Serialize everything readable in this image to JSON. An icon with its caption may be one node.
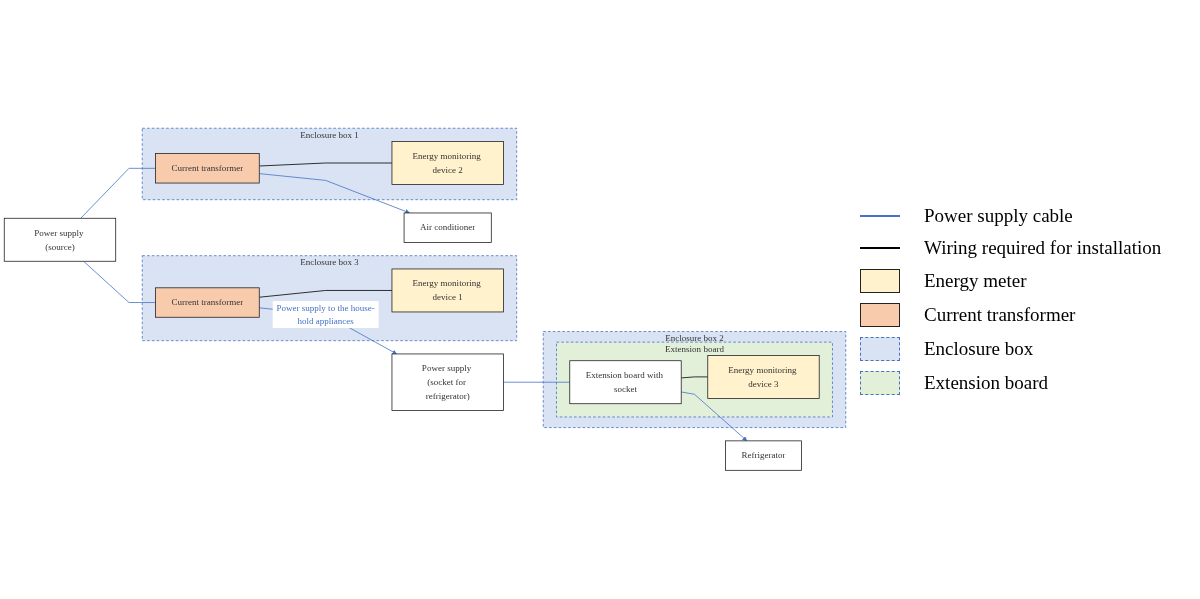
{
  "diagram": {
    "nodes": [
      {
        "text": [
          "Power supply (source)"
        ]
      },
      {
        "text": [
          "Enclosure box 3"
        ]
      },
      {
        "text": [
          "Current transformer"
        ],
        "in": 1
      },
      {
        "text": [
          "Energy monitoring device 1"
        ],
        "in": 1
      },
      {
        "text": [
          "Power supply (socket for refrigerator)"
        ]
      },
      {
        "text": [
          "Enclosure box 2"
        ]
      },
      {
        "text": [
          "Extension board"
        ],
        "in": 5
      },
      {
        "text": [
          "Extension board with socket"
        ],
        "in": 6
      },
      {
        "text": [
          "Energy monitoring device 3"
        ],
        "in": 6
      },
      {
        "text": [
          "Refrigerator"
        ]
      },
      {
        "text": [
          "Enclosure box  1"
        ]
      },
      {
        "text": [
          "Current transformer"
        ],
        "in": 10
      },
      {
        "text": [
          "Energy monitoring device 2"
        ],
        "in": 10
      },
      {
        "text": [
          "Air conditioner"
        ]
      }
    ],
    "edges": [
      {
        "from": 0,
        "to": 2,
        "arrow": "none"
      },
      {
        "from": 0,
        "to": 11,
        "arrow": "none"
      },
      {
        "from": 2,
        "to": 4,
        "arrow": "to",
        "label": "Power supply to the house-hold appliances"
      },
      {
        "from": 2,
        "to": 3,
        "arrow": "none",
        "color": "#000000"
      },
      {
        "from": 4,
        "to": 7,
        "arrow": "none"
      },
      {
        "from": 7,
        "to": 9,
        "arrow": "to"
      },
      {
        "from": 7,
        "to": 8,
        "arrow": "none",
        "color": "#000000"
      },
      {
        "from": 11,
        "to": 13,
        "arrow": "to"
      },
      {
        "from": 11,
        "to": 12,
        "arrow": "none",
        "color": "#000000"
      }
    ],
    "legend": [
      {
        "text": "Power supply cable"
      },
      {
        "text": "Wiring required for installation"
      },
      {
        "text": "Energy meter",
        "color": "#fff2cc"
      },
      {
        "text": "Current transformer",
        "color": "#f8cbad"
      },
      {
        "text": "Enclosure box",
        "color": "#dae3f3"
      },
      {
        "text": "Extension board",
        "color": "#e2f0d9"
      }
    ]
  }
}
